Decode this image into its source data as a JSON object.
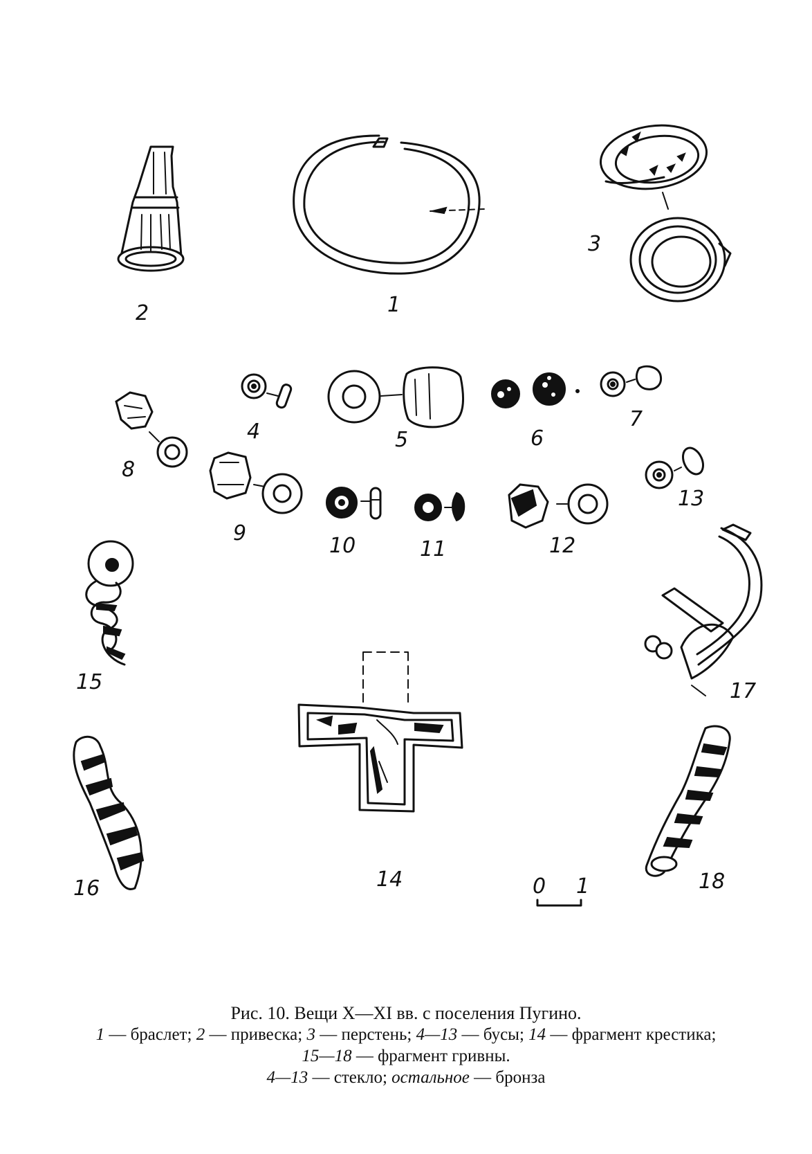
{
  "figure": {
    "item_numbers": [
      "1",
      "2",
      "3",
      "4",
      "5",
      "6",
      "7",
      "8",
      "9",
      "10",
      "11",
      "12",
      "13",
      "14",
      "15",
      "16",
      "17",
      "18"
    ],
    "scale_bar": {
      "start": "0",
      "end": "1"
    }
  },
  "caption": {
    "title": "Рис. 10. Вещи X—XI вв. с поселения Пугино.",
    "line2": [
      {
        "num": "1",
        "text": " — браслет; "
      },
      {
        "num": "2",
        "text": " — привеска; "
      },
      {
        "num": "3",
        "text": " — перстень; "
      },
      {
        "num": "4—13",
        "text": " — бусы; "
      },
      {
        "num": "14",
        "text": " — фрагмент крестика;"
      }
    ],
    "line3": {
      "num": "15—18",
      "text": " — фрагмент гривны."
    },
    "line4": {
      "num": "4—13",
      "text": " — стекло; ",
      "italic": "остальное",
      "tail": " — бронза"
    }
  }
}
